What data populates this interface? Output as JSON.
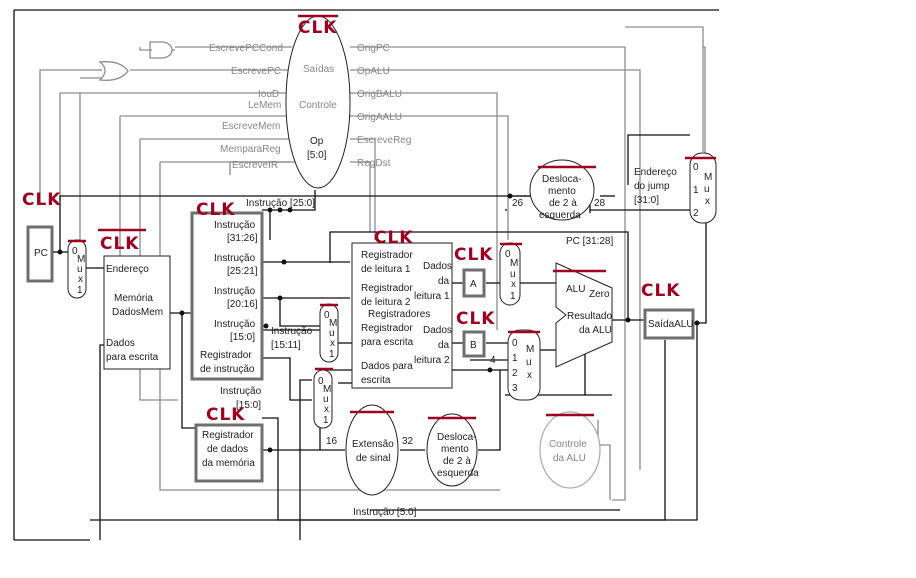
{
  "clock_label": "CLK",
  "pc": {
    "label": "PC"
  },
  "memory": {
    "address": "Endereço",
    "title1": "Memória",
    "title2": "DadosMem",
    "write1": "Dados",
    "write2": "para escrita"
  },
  "instruction_register": {
    "field1a": "Instrução",
    "field1b": "[31:26]",
    "field2a": "Instrução",
    "field2b": "[25:21]",
    "field3a": "Instrução",
    "field3b": "[20:16]",
    "field4a": "Instrução",
    "field4b": "[15:0]",
    "name1": "Registrador",
    "name2": "de instrução"
  },
  "data_register": {
    "line1": "Registrador",
    "line2": "de dados",
    "line3": "da memória"
  },
  "control": {
    "outputs": "Saídas",
    "title": "Controle",
    "op1": "Op",
    "op2": "[5:0]",
    "signals_left": [
      "EscrevePCCond",
      "EscrevePC",
      "IouD",
      "LeMem",
      "EscreveMem",
      "MemparaReg",
      "EscreveIR"
    ],
    "signals_right": [
      "OrigPC",
      "OpALU",
      "OrigBALU",
      "OrigAALU",
      "EscreveReg",
      "RegDst"
    ]
  },
  "registers": {
    "read1a": "Registrador",
    "read1b": "de leitura 1",
    "read2a": "Registrador",
    "read2b": "de leitura 2",
    "title": "Registradores",
    "writea": "Registrador",
    "writeb": "para escrita",
    "wdataa": "Dados para",
    "wdatab": "escrita",
    "d1a": "Dados",
    "d1b": "da",
    "d1c": "leitura 1",
    "d2a": "Dados",
    "d2b": "da",
    "d2c": "leitura 2"
  },
  "latches": {
    "a": "A",
    "b": "B",
    "saida": "SaídaALU"
  },
  "alu": {
    "label": "ALU",
    "zero": "Zero",
    "res1": "Resultado",
    "res2": "da ALU"
  },
  "alu_control": {
    "line1": "Controle",
    "line2": "da ALU"
  },
  "sign_extend": {
    "line1": "Extensão",
    "line2": "de sinal"
  },
  "shift_bottom": {
    "line1": "Desloca-",
    "line2": "mento",
    "line3": "de 2 à",
    "line4": "esquerda"
  },
  "shift_top": {
    "line1": "Desloca-",
    "line2": "mento",
    "line3": "de 2 à",
    "line4": "esquerda"
  },
  "jump": {
    "line1": "Endereço",
    "line2": "do jump",
    "line3": "[31:0]"
  },
  "mux": {
    "letters": [
      "M",
      "u",
      "x"
    ],
    "zero": "0",
    "one": "1",
    "two": "2",
    "three": "3"
  },
  "wires": {
    "instr_25_0": "Instrução [25:0]",
    "pc_31_28": "PC [31:28]",
    "instr_15_11_a": "Instrução",
    "instr_15_11_b": "[15:11]",
    "instr_15_0_a": "Instrução",
    "instr_15_0_b": "[15:0]",
    "instr_5_0": "Instrução [5:0]",
    "w26": "26",
    "w28": "28",
    "w16": "16",
    "w32": "32",
    "w4": "4"
  }
}
